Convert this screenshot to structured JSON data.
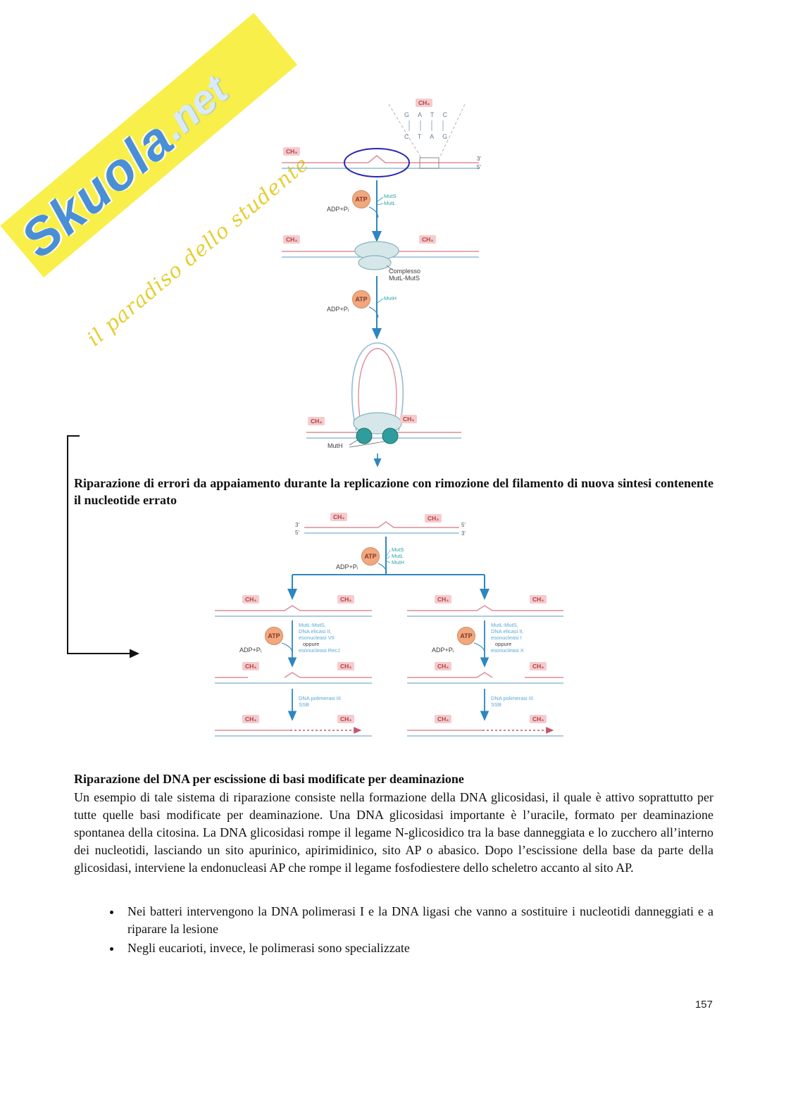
{
  "page": {
    "number": "157"
  },
  "watermark": {
    "brand": "Skuola",
    "tld": ".net",
    "tagline": "il paradiso dello studente"
  },
  "headings": {
    "h1": "Riparazione di errori da appaiamento durante la replicazione con rimozione del filamento di nuova sintesi contenente il nucleotide errato",
    "h2": "Riparazione del DNA per escissione di basi modificate per deaminazione"
  },
  "body": {
    "paragraph": "Un esempio di tale sistema di riparazione consiste nella formazione della DNA glicosidasi, il quale è attivo soprattutto per tutte quelle basi modificate per deaminazione. Una DNA glicosidasi importante è l’uracile, formato per deaminazione spontanea della citosina. La DNA glicosidasi rompe il legame N-glicosidico tra la base danneggiata e lo zucchero all’interno dei nucleotidi, lasciando un sito apurinico, apirimidinico, sito AP o abasico. Dopo l’escissione della base da parte della glicosidasi, interviene la endonucleasi AP che rompe il legame fosfodiestere dello scheletro accanto al sito AP.",
    "bullets": [
      "Nei batteri intervengono la DNA polimerasi I e la DNA ligasi che vanno a sostituire i nucleotidi danneggiati e a riparare la lesione",
      "Negli eucarioti, invece, le polimerasi sono specializzate"
    ]
  },
  "labels": {
    "ch3": "CH₃",
    "atp": "ATP",
    "adp": "ADP+Pᵢ",
    "muts": "MutS",
    "mutl": "MutL",
    "muth": "MutH",
    "five_prime": "5'",
    "three_prime": "3'"
  },
  "diagram1": {
    "gatc": "G A T C",
    "ctag": "C T A G",
    "complex_line1": "Complesso",
    "complex_line2": "MutL-MutS"
  },
  "diagram2": {
    "left_enzymes": [
      "MutL-MutS,",
      "DNA elicasi II,",
      "esonucleasi VII",
      "oppure",
      "esonucleasi RecJ"
    ],
    "right_enzymes": [
      "MutL-MutS,",
      "DNA elicasi II,",
      "esonucleasi I",
      "oppure",
      "esonucleasi X"
    ],
    "polymerase": [
      "DNA polimerasi III",
      "SSB"
    ]
  }
}
